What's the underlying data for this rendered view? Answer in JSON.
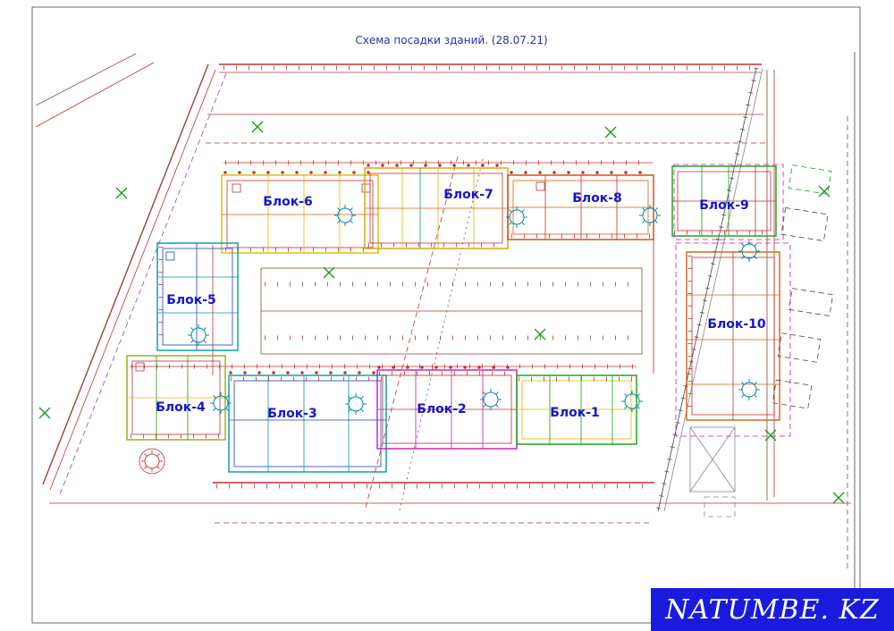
{
  "title": "Схема посадки зданий. (28.07.21)",
  "label_color": "#1515cc",
  "blocks": [
    {
      "number": 1,
      "label": "Блок-1",
      "outline_color": "#12a012"
    },
    {
      "number": 2,
      "label": "Блок-2",
      "outline_color": "#c818b8"
    },
    {
      "number": 3,
      "label": "Блок-3",
      "outline_color": "#009aa8"
    },
    {
      "number": 4,
      "label": "Блок-4",
      "outline_color": "#9aa812"
    },
    {
      "number": 5,
      "label": "Блок-5",
      "outline_color": "#009aa8"
    },
    {
      "number": 6,
      "label": "Блок-6",
      "outline_color": "#d8bb00"
    },
    {
      "number": 7,
      "label": "Блок-7",
      "outline_color": "#d8a200"
    },
    {
      "number": 8,
      "label": "Блок-8",
      "outline_color": "#cc4410"
    },
    {
      "number": 9,
      "label": "Блок-9",
      "outline_color": "#12a012"
    },
    {
      "number": 10,
      "label": "Блок-10",
      "outline_color": "#d06010"
    }
  ],
  "watermark": {
    "text": "NATUMBE. KZ",
    "background_color": "#1b1bdd",
    "text_color": "#ffffff"
  }
}
